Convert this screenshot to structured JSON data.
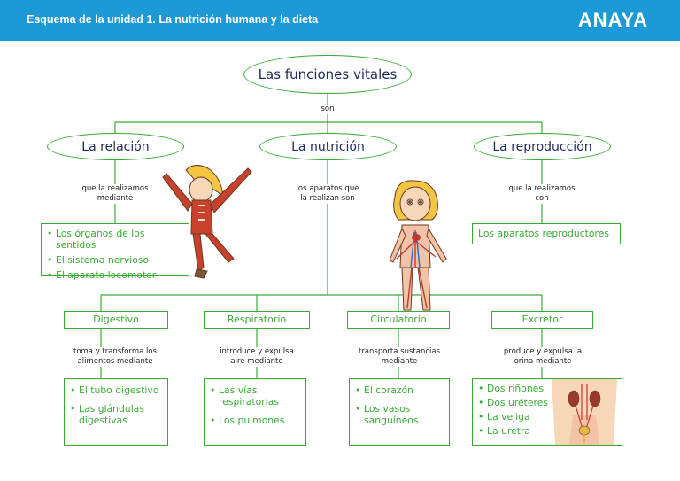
{
  "header": {
    "title": "Esquema de la unidad 1. La nutrición humana y la dieta",
    "logo": "ANAYA",
    "bg_color": "#1d9ad6"
  },
  "accent_color": "#3aaa35",
  "root": {
    "label": "Las funciones vitales",
    "connector": "son"
  },
  "functions": [
    {
      "label": "La relación",
      "connector": "que la realizamos mediante"
    },
    {
      "label": "La nutrición",
      "connector": "los aparatos que la realizan son"
    },
    {
      "label": "La reproducción",
      "connector": "que la realizamos con"
    }
  ],
  "relation_items": [
    "Los órganos de los sentidos",
    "El sistema nervioso",
    "El aparato locomotor"
  ],
  "reproduction_item": "Los aparatos reproductores",
  "systems": [
    {
      "label": "Digestivo",
      "connector": "toma y transforma los alimentos mediante",
      "items": [
        "El tubo digestivo",
        "Las glándulas digestivas"
      ]
    },
    {
      "label": "Respiratorio",
      "connector": "introduce y expulsa aire mediante",
      "items": [
        "Las vías respiratorias",
        "Los pulmones"
      ]
    },
    {
      "label": "Circulatorio",
      "connector": "transporta sustancias mediante",
      "items": [
        "El corazón",
        "Los vasos sanguíneos"
      ]
    },
    {
      "label": "Excretor",
      "connector": "produce y expulsa la orina mediante",
      "items": [
        "Dos riñones",
        "Dos uréteres",
        "La vejiga",
        "La uretra"
      ]
    }
  ]
}
